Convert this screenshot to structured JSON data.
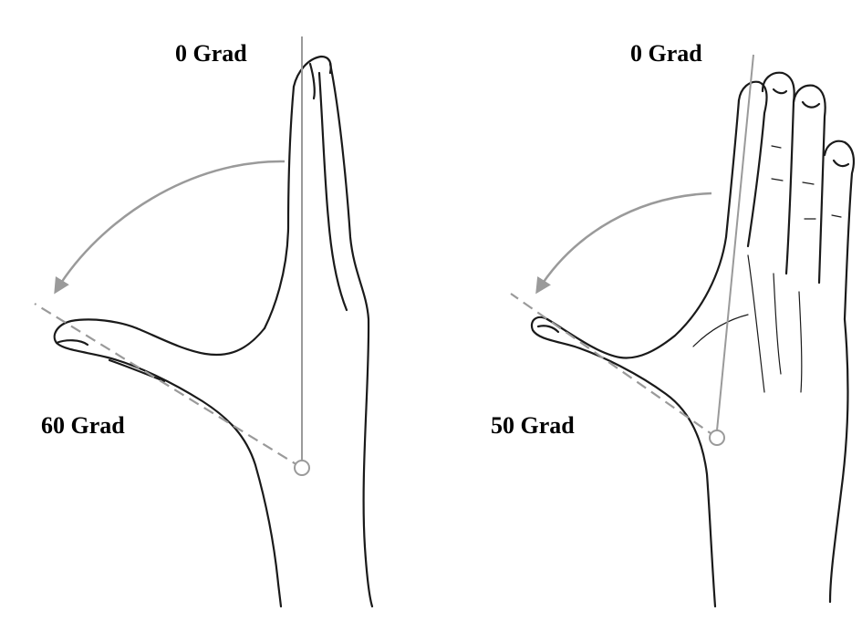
{
  "panels": [
    {
      "top_label": "0 Grad",
      "bottom_label": "60 Grad",
      "angle_deg": 60
    },
    {
      "top_label": "0 Grad",
      "bottom_label": "50 Grad",
      "angle_deg": 50
    }
  ],
  "colors": {
    "guide_line": "#9a9a9a",
    "outline": "#1a1a1a",
    "background": "#ffffff"
  }
}
